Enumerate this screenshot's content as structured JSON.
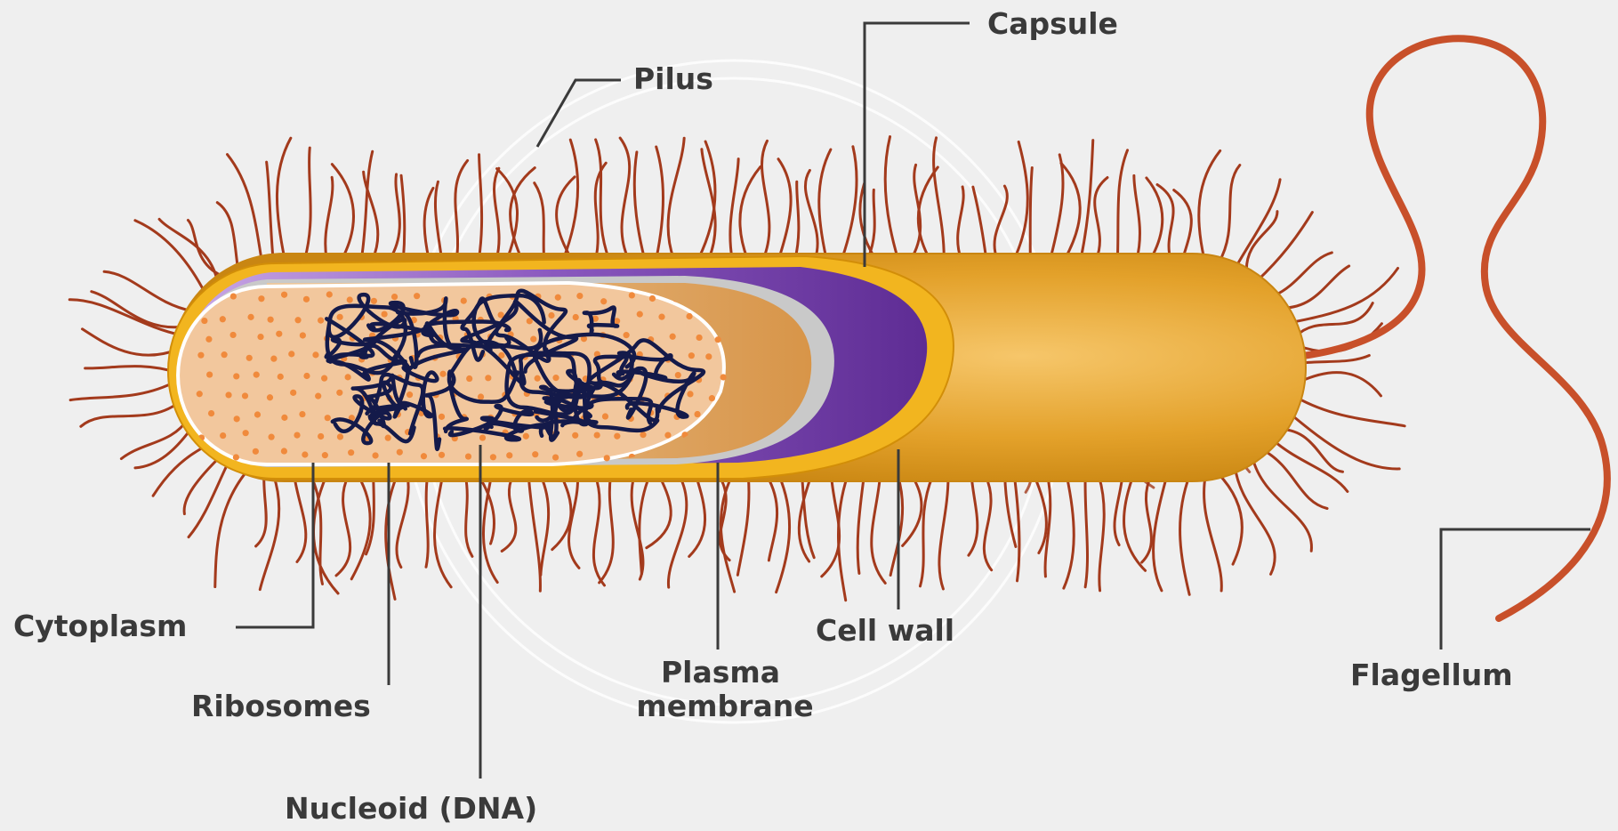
{
  "labels": {
    "capsule": "Capsule",
    "pilus": "Pilus",
    "cytoplasm": "Cytoplasm",
    "ribosomes": "Ribosomes",
    "nucleoid": "Nucleoid (DNA)",
    "plasma_membrane_line1": "Plasma",
    "plasma_membrane_line2": "membrane",
    "cell_wall": "Cell wall",
    "flagellum": "Flagellum"
  },
  "colors": {
    "background": "#efefef",
    "label_text": "#3a3a3a",
    "capsule_fill": "#e3a12a",
    "cell_wall_band": "#f2b51f",
    "plasma_membrane": "#7a47a8",
    "cytoplasm_fill": "#f2c79d",
    "ribosome_dots": "#f08a3c",
    "nucleoid_dna": "#141a4a",
    "pili": "#a33a1c",
    "flagellum": "#c8502a"
  }
}
